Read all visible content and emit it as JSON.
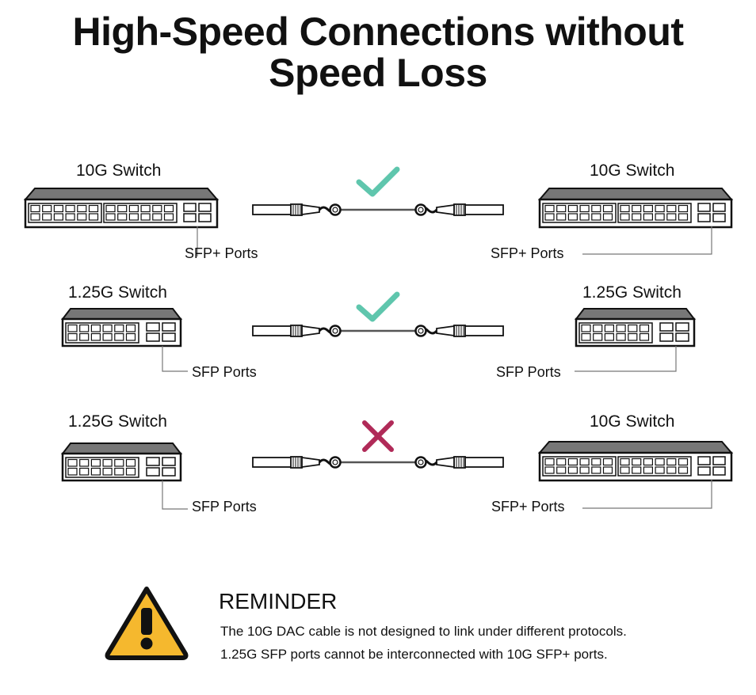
{
  "title": {
    "line1": "High-Speed Connections without",
    "line2": "Speed Loss"
  },
  "rows": [
    {
      "left_switch": "10G Switch",
      "right_switch": "10G Switch",
      "left_ports": "SFP+ Ports",
      "right_ports": "SFP+ Ports",
      "status": "check"
    },
    {
      "left_switch": "1.25G Switch",
      "right_switch": "1.25G Switch",
      "left_ports": "SFP Ports",
      "right_ports": "SFP Ports",
      "status": "check"
    },
    {
      "left_switch": "1.25G Switch",
      "right_switch": "10G Switch",
      "left_ports": "SFP Ports",
      "right_ports": "SFP+ Ports",
      "status": "cross"
    }
  ],
  "reminder": {
    "title": "REMINDER",
    "line1": "The 10G DAC cable is not designed to link under different protocols.",
    "line2": "1.25G SFP ports cannot be interconnected with 10G SFP+ ports."
  },
  "colors": {
    "check": "#5fc6ad",
    "cross": "#b02a58",
    "warning": "#f5b82e"
  },
  "icons": {
    "status_ok": "check-icon",
    "status_fail": "cross-icon",
    "warning": "warning-icon"
  }
}
